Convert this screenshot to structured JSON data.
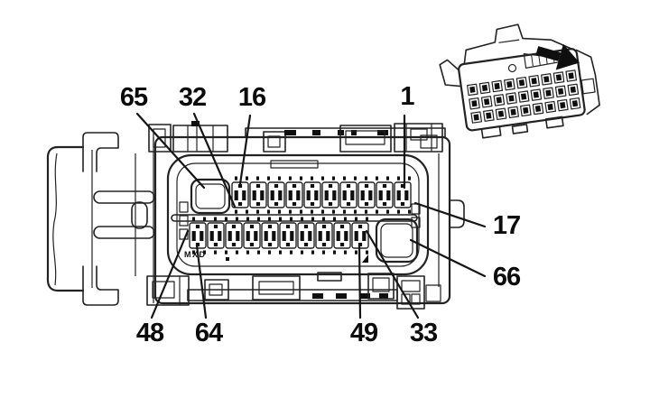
{
  "figure": {
    "background": "#ffffff",
    "line_color": "#222222",
    "dark_fill": "#0f0f0f"
  },
  "callouts": {
    "top": [
      {
        "label": "65"
      },
      {
        "label": "32"
      },
      {
        "label": "16"
      },
      {
        "label": "1"
      }
    ],
    "right": [
      {
        "label": "17"
      },
      {
        "label": "66"
      }
    ],
    "bottom": [
      {
        "label": "48"
      },
      {
        "label": "64"
      },
      {
        "label": "49"
      },
      {
        "label": "33"
      }
    ]
  },
  "housing_marking": {
    "text": "MXD"
  },
  "inset": {
    "arrow_icon": "solid-right-arrow"
  }
}
